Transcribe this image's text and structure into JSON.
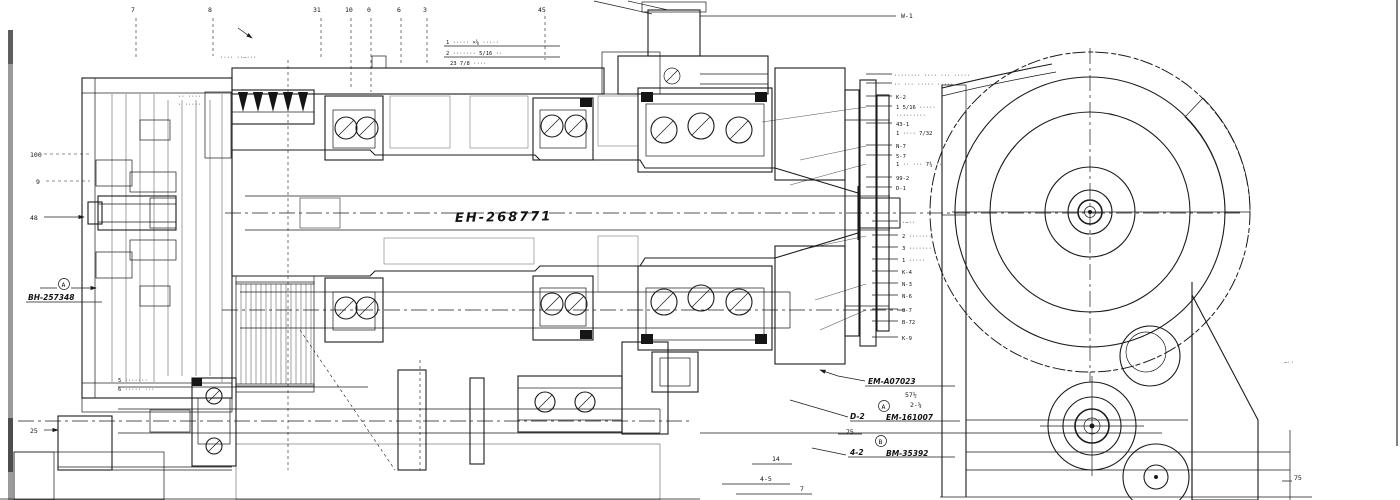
{
  "colors": {
    "ink": "#1b1b1b",
    "paper": "#ffffff",
    "edge_gray": "#989898"
  },
  "labels": {
    "spindle_part_no": "EH-268771",
    "left_part_no": "BH-257348",
    "left_part_circle": "A",
    "w_callout": "W-1",
    "nose_group": {
      "label_1": "EM-A07023",
      "dim_1": "57½",
      "dim_2": "2-¼",
      "label_2_prefix": "D-2",
      "label_2_circle": "A",
      "label_2": "EM-161007",
      "dim_3": "75",
      "label_3_prefix": "4-2",
      "label_3_circle": "B",
      "label_3": "BM-35392"
    }
  },
  "top_callouts": [
    "7",
    "8",
    "31",
    "10",
    "0",
    "6",
    "3",
    "45"
  ],
  "left_dims": [
    "100",
    "9",
    "48",
    "25"
  ],
  "bottom_dims": [
    "14",
    "4-5",
    "7",
    "75"
  ],
  "right_annotations": [
    "········ ···· ··· ·····",
    "·· ··· ····· ·····",
    "K-2",
    "1 5/16 ·····",
    "·········",
    "43-1",
    "1 ···· 7/32",
    "N-7",
    "5-7",
    "1 ·· ··· 7¾ ··",
    "99-2",
    "D-1",
    "·—··",
    "2 ·······",
    "3 ·······",
    "1 ·····",
    "K-4",
    "N-3",
    "N-6",
    "8-7",
    "B-72",
    "K-9"
  ],
  "misc_annotations": [
    "1 ····· ×⅝ ·····",
    "2 ······· 5/16 ··",
    "23 7/8 ····",
    "···· ··–···",
    "·· ····",
    "· ·····",
    "5 ·······",
    "6 ····· ···",
    "—··"
  ]
}
